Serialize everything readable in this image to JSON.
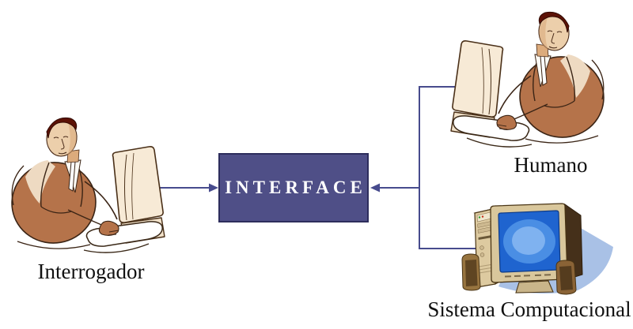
{
  "diagram": {
    "interface_box": {
      "label": "INTERFACE"
    },
    "nodes": {
      "interrogator": {
        "label": "Interrogador",
        "illustration": "person-at-computer"
      },
      "human": {
        "label": "Humano",
        "illustration": "person-at-computer"
      },
      "computer": {
        "label": "Sistema Computacional",
        "illustration": "desktop-computer"
      }
    }
  },
  "colors": {
    "background": "#ffffff",
    "box_fill": "#4f4f87",
    "box_border": "#2d2d5c",
    "box_text": "#ffffff",
    "connector": "#474b8d",
    "label_text": "#111111"
  }
}
